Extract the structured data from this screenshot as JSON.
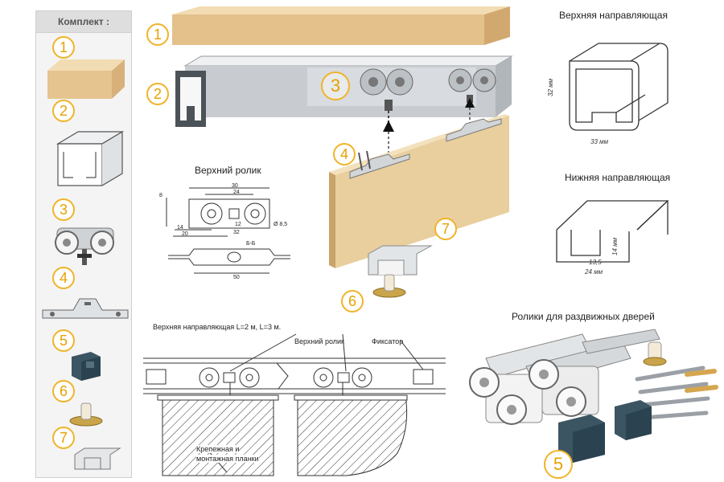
{
  "kit": {
    "title": "Комплект :",
    "items": [
      "1",
      "2",
      "3",
      "4",
      "5",
      "6",
      "7"
    ]
  },
  "main": {
    "callouts": [
      "1",
      "2",
      "3",
      "4",
      "6",
      "7"
    ],
    "top_roller_label": "Верхний ролик"
  },
  "upper_rail": {
    "title": "Верхняя направляющая",
    "height": "32 мм",
    "width": "33 мм"
  },
  "lower_rail": {
    "title": "Нижняя направляющая",
    "inner": "13,5",
    "width": "24 мм",
    "height": "14 мм"
  },
  "rollers": {
    "title": "Ролики для раздвижных дверей",
    "callout": "5"
  },
  "drawing": {
    "dims": [
      "30",
      "24",
      "12",
      "14",
      "20",
      "32",
      "50",
      "8",
      "Ø 8,5"
    ],
    "section": "Б-Б"
  },
  "section": {
    "rail_label": "Верхняя направляющая L=2 м, L=3 м.",
    "roller_label": "Верхний ролик",
    "stopper_label": "Фиксатор",
    "plates_line1": "Крепежная и",
    "plates_line2": "монтажная планки"
  },
  "colors": {
    "accent": "#f0b429",
    "wood": "#e9cf9e",
    "metal": "#c8ccd0",
    "plastic": "#3b5563"
  }
}
